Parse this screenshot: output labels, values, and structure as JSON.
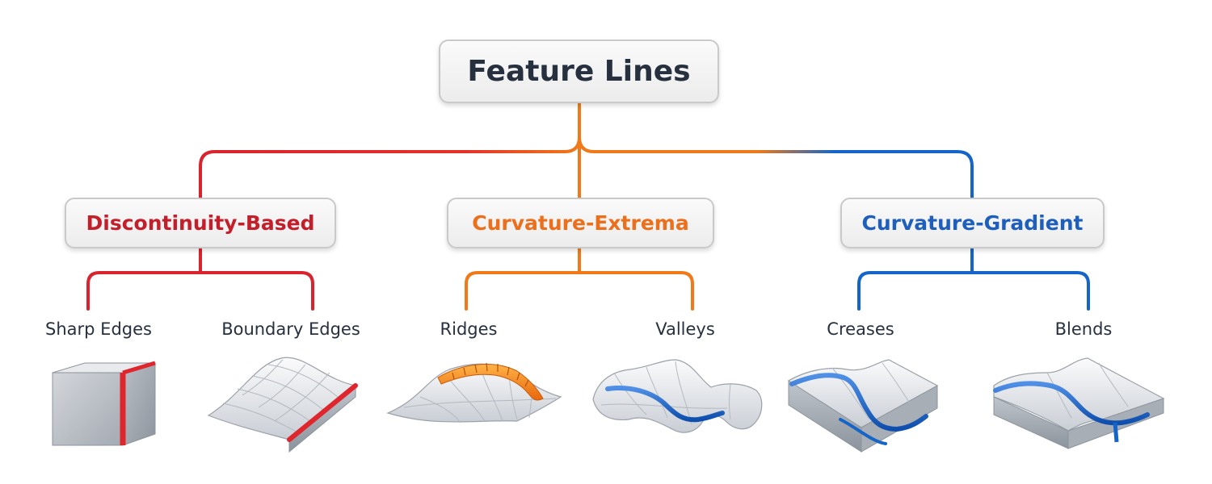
{
  "root": {
    "label": "Feature Lines"
  },
  "categories": [
    {
      "label": "Discontinuity-Based",
      "color": "#d9232e"
    },
    {
      "label": "Curvature-Extrema",
      "color": "#f07a1a"
    },
    {
      "label": "Curvature-Gradient",
      "color": "#1565c8"
    }
  ],
  "leaves": [
    {
      "label": "Sharp Edges",
      "illustration": "cube-with-red-edge"
    },
    {
      "label": "Boundary Edges",
      "illustration": "surface-patch-red-border"
    },
    {
      "label": "Ridges",
      "illustration": "hill-with-orange-ridge"
    },
    {
      "label": "Valleys",
      "illustration": "wavy-surface-blue-valley"
    },
    {
      "label": "Creases",
      "illustration": "slab-blue-crease"
    },
    {
      "label": "Blends",
      "illustration": "slab-blue-blend"
    }
  ]
}
